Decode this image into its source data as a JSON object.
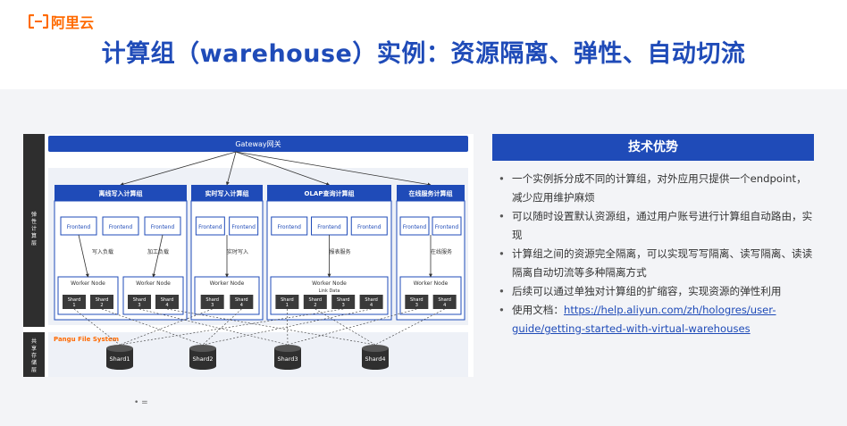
{
  "brand": {
    "logo_text": "阿里云",
    "accent": "#ff6a00"
  },
  "title": "计算组（warehouse）实例：资源隔离、弹性、自动切流",
  "diagram": {
    "gateway": "Gateway网关",
    "side_compute": "弹性计算层",
    "side_storage": "共享存储层",
    "groups": [
      {
        "title": "离线写入计算组",
        "frontends": [
          "Frontend",
          "Frontend",
          "Frontend"
        ],
        "flow_labels": [
          "写入负载",
          "加工负载"
        ],
        "worker_nodes": [
          {
            "label": "Worker Node",
            "shards": [
              "Shard 1",
              "Shard 2"
            ]
          },
          {
            "label": "Worker Node",
            "shards": [
              "Shard 3",
              "Shard 4"
            ]
          }
        ]
      },
      {
        "title": "实时写入计算组",
        "frontends": [
          "Frontend",
          "Frontend"
        ],
        "flow_labels": [
          "实时写入"
        ],
        "worker_nodes": [
          {
            "label": "Worker Node",
            "shards": [
              "Shard 3",
              "Shard 4"
            ]
          }
        ]
      },
      {
        "title": "OLAP查询计算组",
        "frontends": [
          "Frontend",
          "Frontend",
          "Frontend"
        ],
        "flow_labels": [
          "报表服务"
        ],
        "worker_nodes": [
          {
            "label": "Worker Node",
            "sub_label": "Link Data",
            "shards": [
              "Shard 1",
              "Shard 2",
              "Shard 3",
              "Shard 4"
            ]
          }
        ]
      },
      {
        "title": "在线服务计算组",
        "frontends": [
          "Frontend",
          "Frontend"
        ],
        "flow_labels": [
          "在线服务"
        ],
        "worker_nodes": [
          {
            "label": "Worker Node",
            "shards": [
              "Shard 3",
              "Shard 4"
            ]
          }
        ]
      }
    ],
    "storage_label": "Pangu File System",
    "storage_shards": [
      "Shard1",
      "Shard2",
      "Shard3",
      "Shard4"
    ]
  },
  "panel": {
    "heading": "技术优势",
    "items": [
      "一个实例拆分成不同的计算组，对外应用只提供一个endpoint，减少应用维护麻烦",
      "可以随时设置默认资源组，通过用户账号进行计算组自动路由，实现",
      "计算组之间的资源完全隔离，可以实现写写隔离、读写隔离、读读隔离自动切流等多种隔离方式",
      "后续可以通过单独对计算组的扩缩容，实现资源的弹性利用"
    ],
    "doc_prefix": "使用文档：",
    "doc_link": "https://help.aliyun.com/zh/hologres/user-guide/getting-started-with-virtual-warehouses"
  },
  "footer_marks": "•   ="
}
